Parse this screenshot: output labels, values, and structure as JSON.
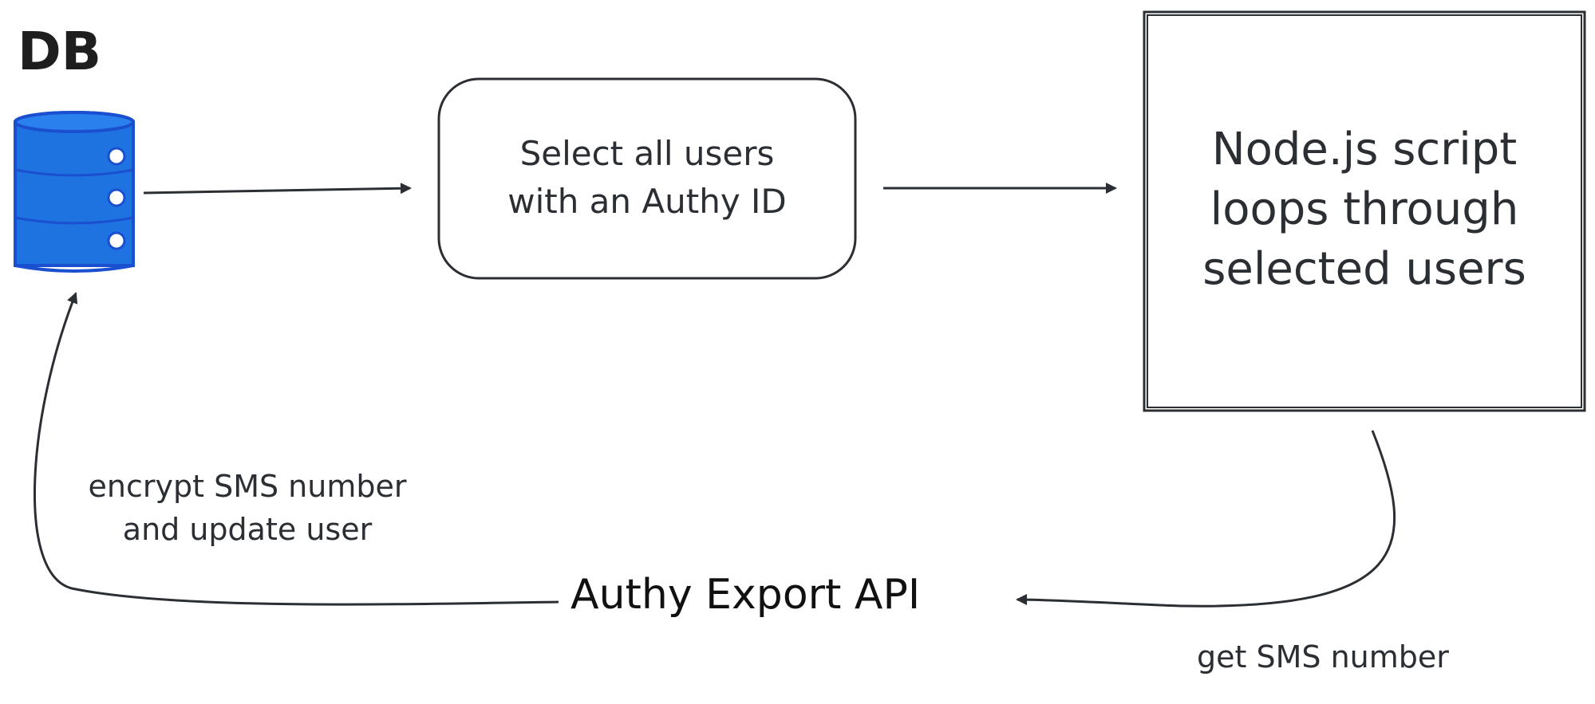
{
  "diagram": {
    "db_label": "DB",
    "nodes": {
      "select_users": {
        "lines": [
          "Select all users",
          "with an Authy ID"
        ]
      },
      "node_script": {
        "lines": [
          "Node.js script",
          "loops through",
          "selected users"
        ]
      },
      "authy_api": {
        "label": "Authy Export API"
      }
    },
    "edges": {
      "encrypt": {
        "lines": [
          "encrypt SMS number",
          "and update user"
        ]
      },
      "get_sms": {
        "label": "get SMS number"
      }
    },
    "colors": {
      "ink": "#2b2f33",
      "db_fill": "#1f73e0",
      "db_stroke": "#1a4fd0",
      "background": "#ffffff"
    },
    "icons": {
      "database": "database-icon"
    }
  }
}
